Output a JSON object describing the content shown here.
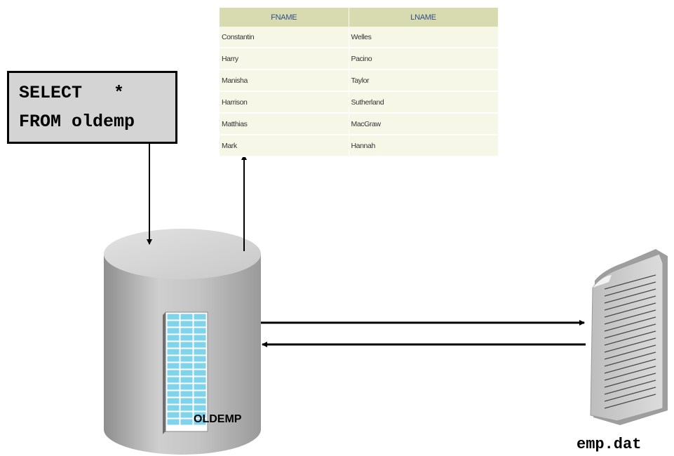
{
  "sql_box": {
    "line1": "SELECT   *",
    "line2": "FROM oldemp"
  },
  "result_table": {
    "columns": [
      "FNAME",
      "LNAME"
    ],
    "rows": [
      [
        "Constantin",
        "Welles"
      ],
      [
        "Harry",
        "Pacino"
      ],
      [
        "Manisha",
        "Taylor"
      ],
      [
        "Harrison",
        "Sutherland"
      ],
      [
        "Matthias",
        "MacGraw"
      ],
      [
        "Mark",
        "Hannah"
      ]
    ]
  },
  "database": {
    "label": "OLDEMP"
  },
  "file": {
    "label": "emp.dat"
  },
  "colors": {
    "header_bg": "#d8dbb0",
    "header_text": "#2f4d8a",
    "row_bg": "#f7f7e8",
    "table_icon": "#7fd3ea"
  }
}
